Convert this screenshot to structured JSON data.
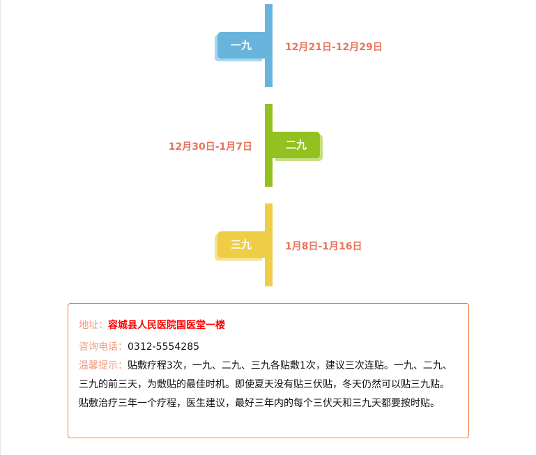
{
  "timeline": [
    {
      "label": "一九",
      "dates": "12月21日-12月29日",
      "color": "#67b5dc",
      "shadow": "#a6d6ee"
    },
    {
      "label": "二九",
      "dates": "12月30日-1月7日",
      "color": "#93c11f",
      "shadow": "#c6e07f"
    },
    {
      "label": "三九",
      "dates": "1月8日-1月16日",
      "color": "#efcd45",
      "shadow": "#f6e28d"
    }
  ],
  "info": {
    "address_label": "地址：",
    "address": "容城县人民医院国医堂一楼",
    "phone_label": "咨询电话：",
    "phone": "0312-5554285",
    "tip_label": "温馨提示：",
    "tip": "贴敷疗程3次，一九、二九、三九各贴敷1次，建议三次连贴。一九、二九、三九的前三天，为敷贴的最佳时机。即使夏天没有贴三伏贴，冬天仍然可以贴三九贴。贴敷治疗三年一个疗程，医生建议，最好三年内的每个三伏天和三九天都要按时贴。"
  }
}
